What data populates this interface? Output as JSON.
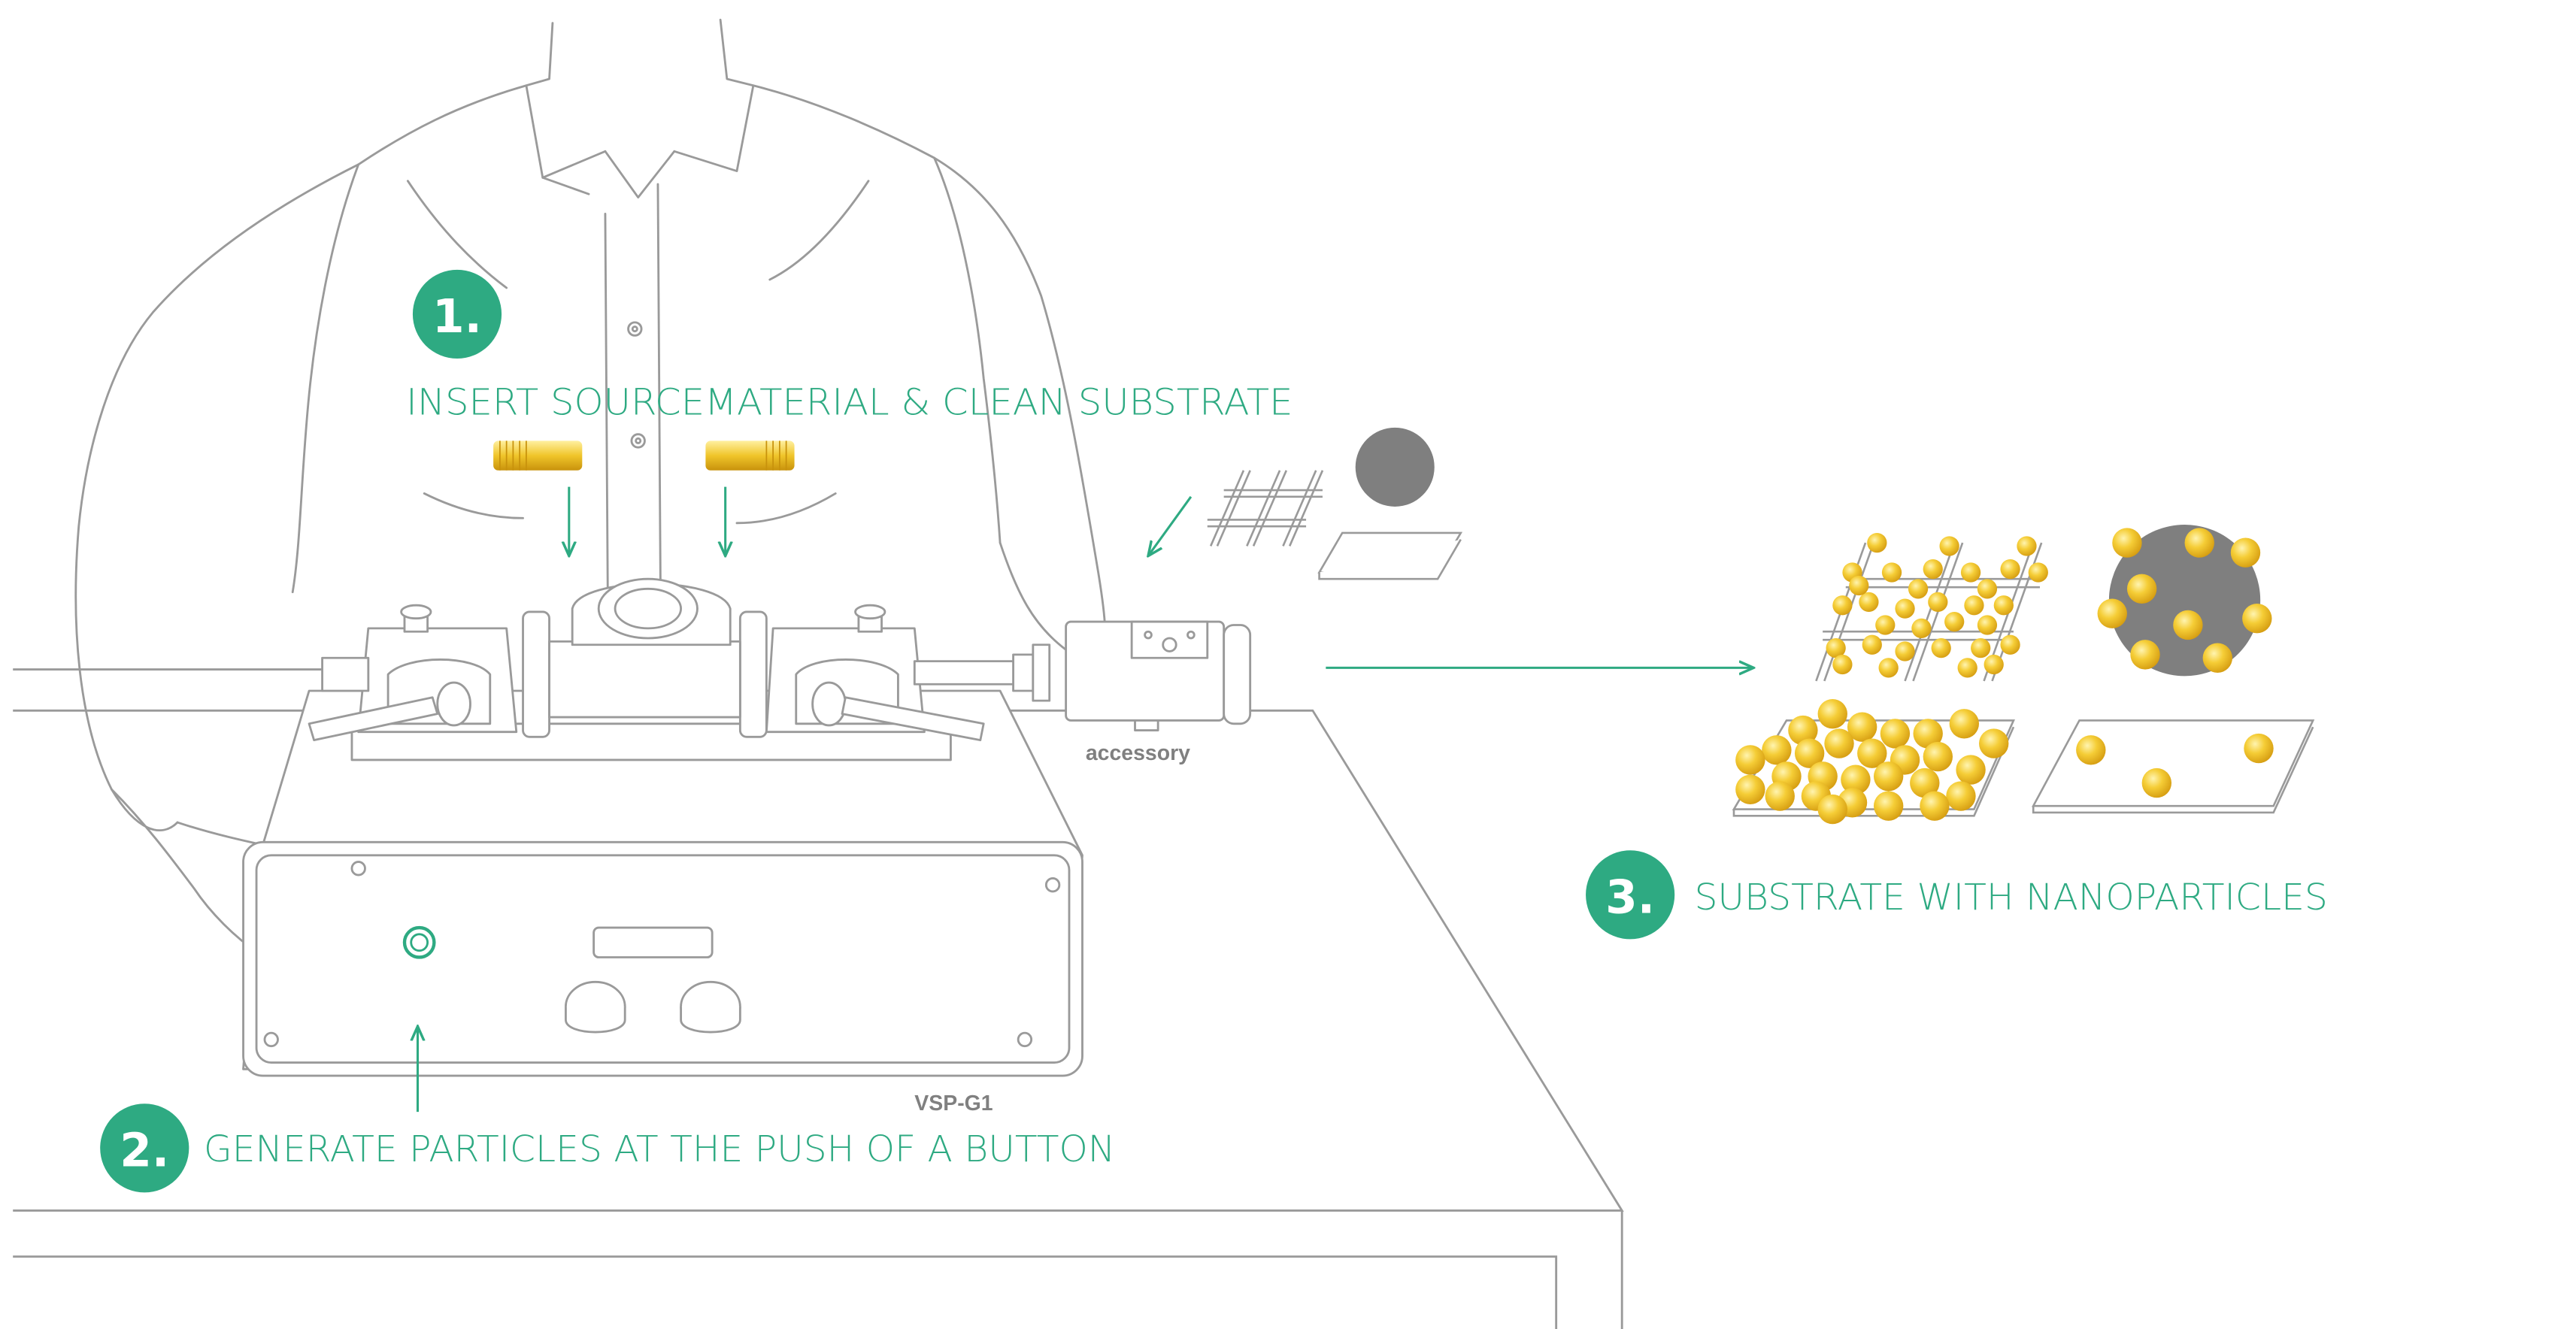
{
  "colors": {
    "accent": "#2eaa82",
    "line": "#9a9a9a",
    "gold": "#e8b820",
    "gold_light": "#f9e27a",
    "grey_fill": "#7f7f7f",
    "label_grey": "#808080"
  },
  "steps": [
    {
      "number": "1.",
      "label": "INSERT SOURCEMATERIAL  &  CLEAN SUBSTRATE"
    },
    {
      "number": "2.",
      "label": "GENERATE PARTICLES AT THE PUSH OF A BUTTON"
    },
    {
      "number": "3.",
      "label": "SUBSTRATE WITH NANOPARTICLES"
    }
  ],
  "labels": {
    "accessory": "accessory",
    "device": "VSP-G1"
  },
  "icons": [
    "source-rod-icon",
    "grid-icon",
    "disc-icon",
    "plate-icon",
    "nanoparticle-icon",
    "push-button-icon"
  ]
}
